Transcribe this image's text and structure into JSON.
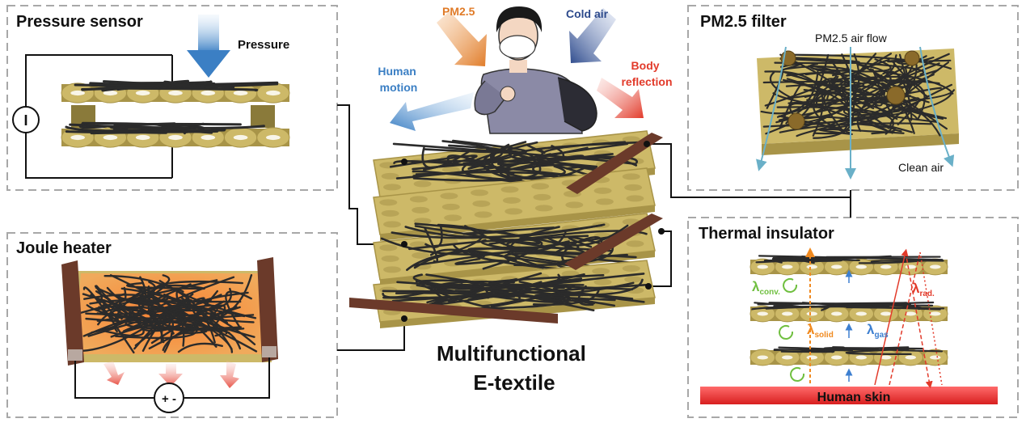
{
  "panels": {
    "pressure_sensor": {
      "title": "Pressure sensor",
      "pressure_label": "Pressure",
      "meter_symbol": "I"
    },
    "joule_heater": {
      "title": "Joule heater",
      "source_symbol": "+ -"
    },
    "pm_filter": {
      "title": "PM2.5 filter",
      "air_flow_label": "PM2.5 air flow",
      "clean_air_label": "Clean air"
    },
    "thermal_insulator": {
      "title": "Thermal  insulator",
      "lambda_symbol": "λ",
      "conv_sub": "conv.",
      "rad_sub": "rad.",
      "solid_sub": "solid",
      "gas_sub": "gas",
      "skin_label": "Human skin"
    }
  },
  "center": {
    "pm_label": "PM2.5",
    "cold_air_label": "Cold air",
    "human_motion_label": [
      "Human",
      "motion"
    ],
    "body_reflection_label": [
      "Body",
      "reflection"
    ],
    "caption_lines": [
      "Multifunctional",
      "E-textile"
    ]
  },
  "colors": {
    "pm_orange": "#e07b28",
    "cold_air_navy": "#2d4a8c",
    "motion_blue": "#3b7fc4",
    "reflection_red": "#e23a2a",
    "fabric_gold": "#cdb968",
    "fabric_gold_dark": "#a89448",
    "fiber_dark": "#2b2b2b",
    "electrode_brown": "#6b3a2a",
    "panel_border": "#a8a8a8",
    "skin_red": "#f03c3c",
    "heat_orange": "#ff8a3a",
    "lambda_green": "#6fbf3f",
    "lambda_orange": "#f08a20",
    "lambda_blue": "#3d7fd0",
    "lambda_red": "#e23a2a",
    "filter_flow": "#6ab0c8"
  }
}
